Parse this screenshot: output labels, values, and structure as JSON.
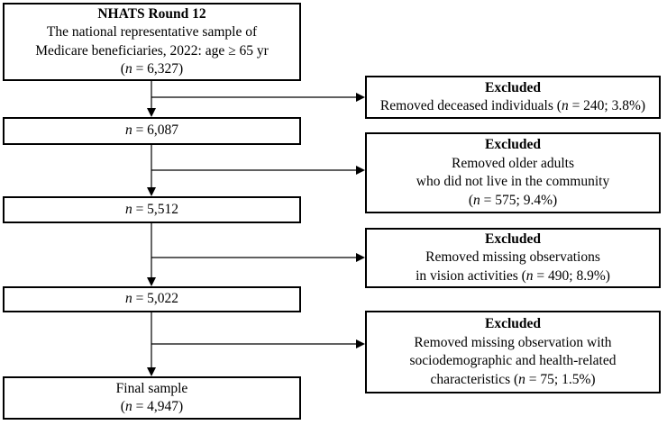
{
  "diagram": {
    "title": "NHATS Round 12 sample selection flowchart",
    "colors": {
      "background": "#ffffff",
      "line": "#000000",
      "text": "#000000",
      "box_border": "#000000",
      "box_fill": "#ffffff"
    },
    "boxes": {
      "start": {
        "title": "NHATS Round 12",
        "line2": "The national representative sample of",
        "line3": "Medicare beneficiaries, 2022: age ≥ 65 yr",
        "count_pre": "(",
        "count_n": "n",
        "count_rest": " = 6,327)"
      },
      "step1": {
        "count_n": "n",
        "count_rest": " = 6,087"
      },
      "step2": {
        "count_n": "n",
        "count_rest": " = 5,512"
      },
      "step3": {
        "count_n": "n",
        "count_rest": " = 5,022"
      },
      "final": {
        "label": "Final sample",
        "count_pre": "(",
        "count_n": "n",
        "count_rest": " = 4,947)"
      },
      "excl1": {
        "header": "Excluded",
        "l1_pre": "Removed deceased individuals (",
        "n": "n",
        "l1_post": " = 240; 3.8%)"
      },
      "excl2": {
        "header": "Excluded",
        "l1": "Removed older adults",
        "l2": "who did not live in the community",
        "l3_pre": "(",
        "n": "n",
        "l3_post": " = 575; 9.4%)"
      },
      "excl3": {
        "header": "Excluded",
        "l1": "Removed missing observations",
        "l2_pre": "in vision activities (",
        "n": "n",
        "l2_post": " = 490; 8.9%)"
      },
      "excl4": {
        "header": "Excluded",
        "l1": "Removed missing observation with",
        "l2": "sociodemographic and health-related",
        "l3_pre": "characteristics (",
        "n": "n",
        "l3_post": " = 75; 1.5%)"
      }
    }
  }
}
